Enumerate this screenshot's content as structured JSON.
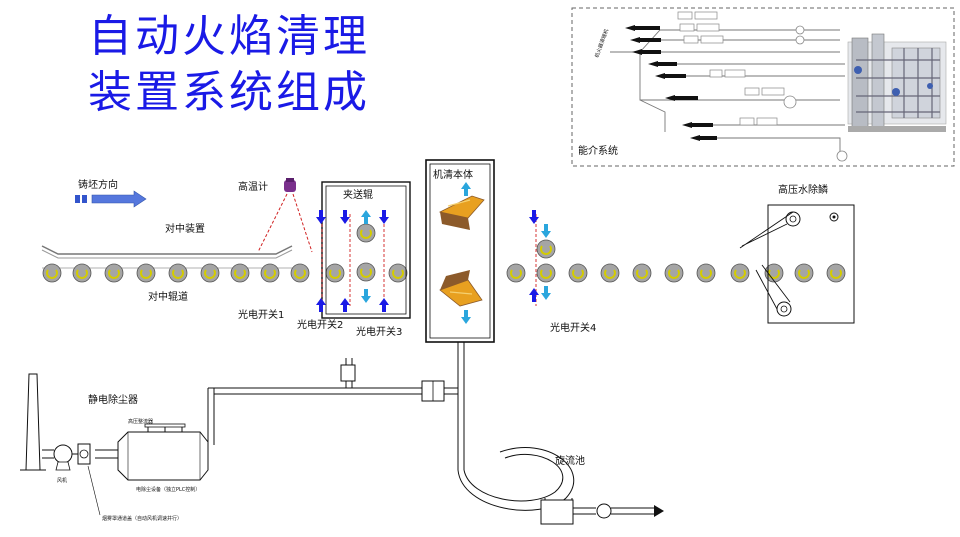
{
  "title": {
    "line1": "自动火焰清理",
    "line2": "装置系统组成"
  },
  "labels": {
    "casting_direction": "铸坯方向",
    "pyrometer": "高温计",
    "centering_device": "对中装置",
    "centering_roller_table": "对中辊道",
    "pinch_roll": "夹送辊",
    "machine_body": "机清本体",
    "descaler": "高压水除鳞",
    "energy_system": "能介系统",
    "photo_switch_1": "光电开关1",
    "photo_switch_2": "光电开关2",
    "photo_switch_3": "光电开关3",
    "photo_switch_4": "光电开关4",
    "esp": "静电除尘器",
    "fan": "风机",
    "cyclone_pool": "旋流池"
  },
  "small_text": {
    "main_line": "机火器清理机",
    "esp_top": "高压整流器",
    "esp_bottom": "电除尘设备（独立PLC控制）",
    "damper": "烟雾罩通道盖（自动风机调速并行）"
  },
  "colors": {
    "title": "#1a1ae6",
    "arrow_down": "#1a1ae6",
    "arrow_up": "#2aa6dd",
    "roller": "#a5a5a5",
    "roller_mark": "#d4cc00",
    "torch": "#e8a020",
    "torch_dark": "#8c5a2a",
    "pyrometer": "#7a2f8c",
    "casting_arrow": "#5577dd",
    "laser": "#d02020"
  },
  "icons": [
    "pyrometer-icon",
    "roller-icon",
    "torch-icon",
    "fan-icon",
    "pump-icon",
    "chimney-icon",
    "cabinet-icon"
  ]
}
